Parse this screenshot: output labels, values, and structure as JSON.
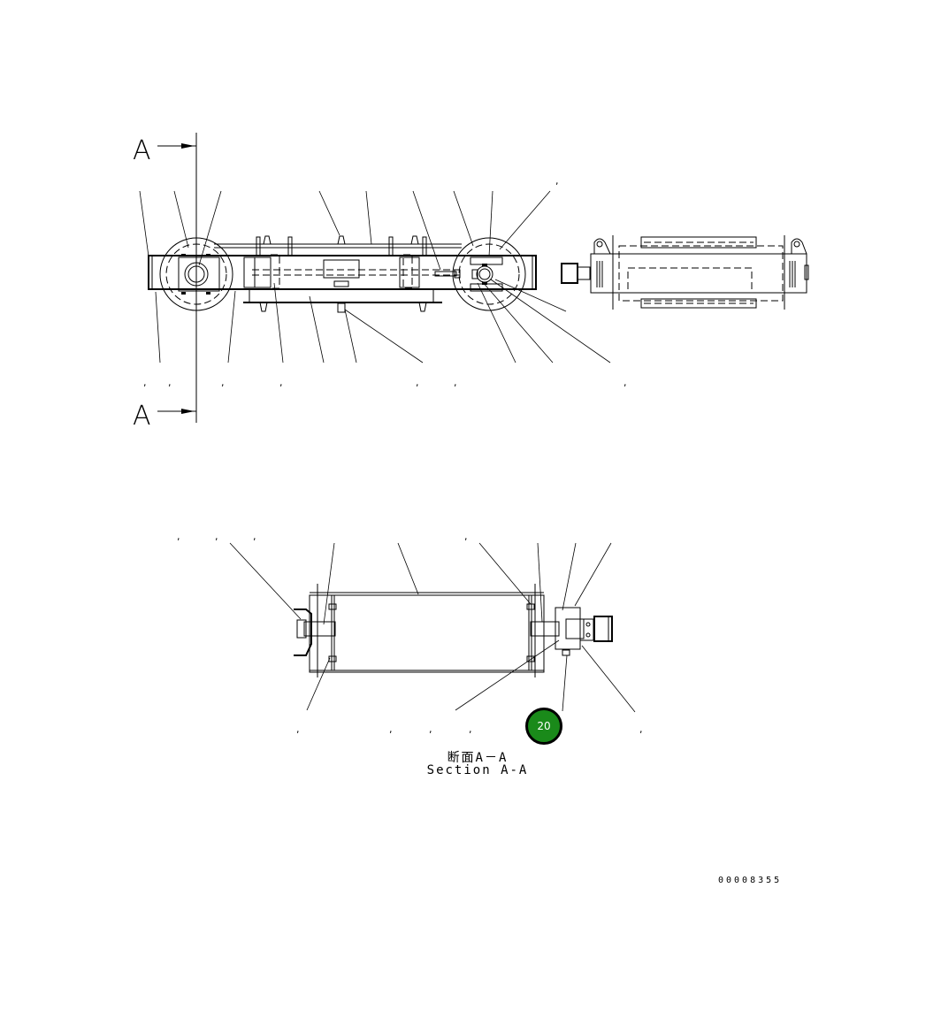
{
  "drawing": {
    "section_marker_top": "A",
    "section_marker_bottom": "A",
    "caption_jp": "断面A－A",
    "caption_en": "Section A-A",
    "document_number": "00008355"
  },
  "callout_badge": {
    "label": "20",
    "color": "#1a8a1a",
    "border_color": "#000000"
  },
  "top_view": {
    "leader_count_top": 9,
    "leader_count_bottom": 12,
    "comma_labels": [
      ",",
      ",",
      ",",
      ",",
      ",",
      ",",
      ",",
      ","
    ]
  },
  "section_view": {
    "leader_count_top": 7,
    "leader_count_bottom": 4,
    "comma_labels": [
      ",",
      ",",
      ",",
      ",",
      ",",
      ",",
      ",",
      ",",
      ","
    ]
  }
}
